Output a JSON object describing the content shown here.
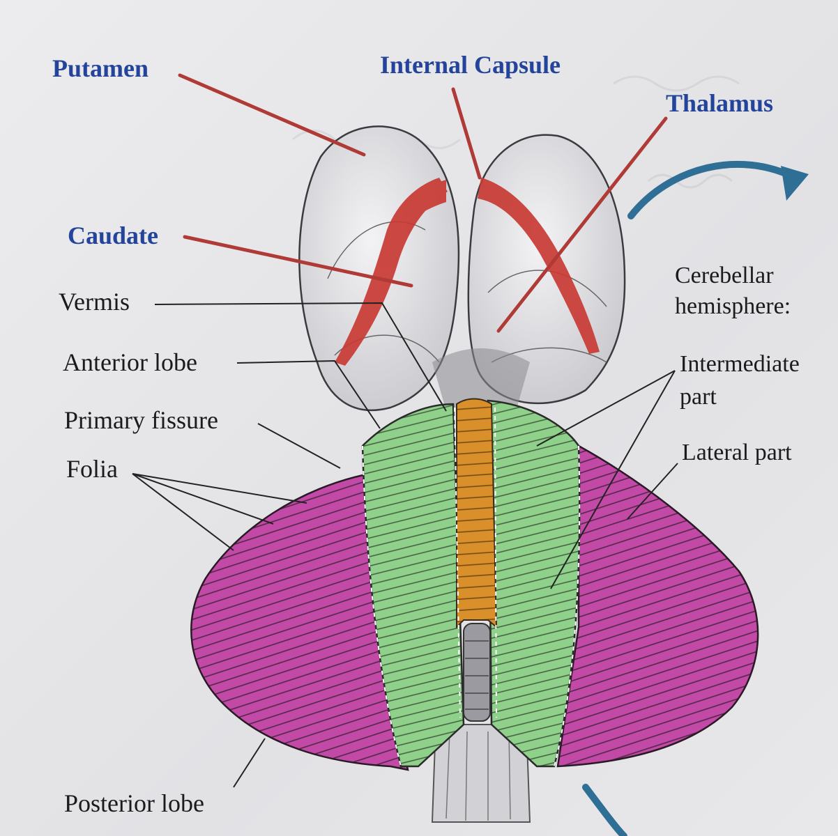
{
  "labels": {
    "putamen": "Putamen",
    "internal_capsule": "Internal Capsule",
    "thalamus": "Thalamus",
    "caudate": "Caudate",
    "vermis": "Vermis",
    "anterior_lobe": "Anterior lobe",
    "primary_fissure": "Primary fissure",
    "folia": "Folia",
    "posterior_lobe": "Posterior lobe",
    "cerebellar_hemisphere_line1": "Cerebellar",
    "cerebellar_hemisphere_line2": "hemisphere:",
    "intermediate_part_line1": "Intermediate",
    "intermediate_part_line2": "part",
    "lateral_part": "Lateral part"
  },
  "colors": {
    "handwritten_label": "#23449a",
    "handwritten_pointer": "#b03a36",
    "internal_capsule_highlight": "#c83a34",
    "vermis_fill": "#d9902a",
    "intermediate_fill": "#8fd08a",
    "lateral_fill": "#c24aa6",
    "printed_text": "#1b1b1b",
    "arrow": "#2f6f95"
  }
}
